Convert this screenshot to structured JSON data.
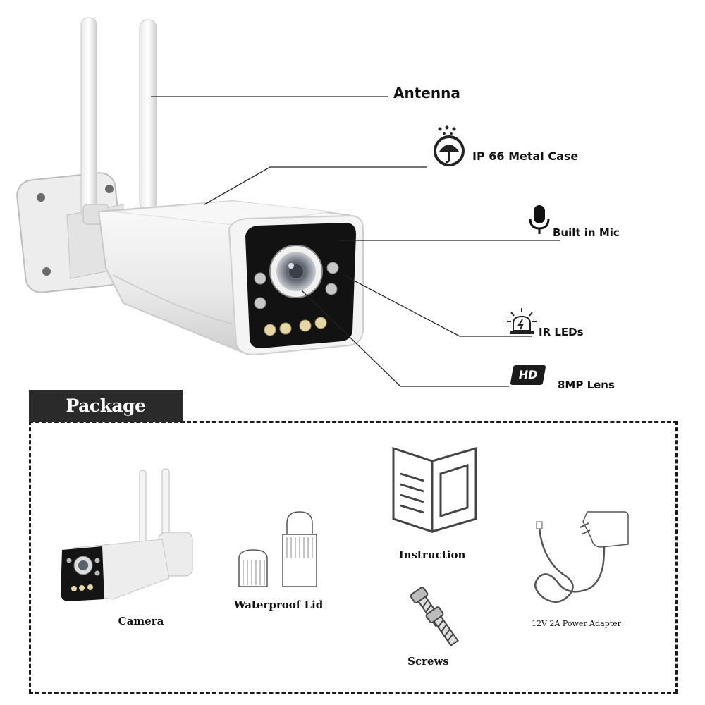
{
  "features": {
    "antenna": "Antenna",
    "metal_case": "IP 66 Metal Case",
    "mic": "Built in Mic",
    "ir_leds": "IR LEDs",
    "lens": "8MP Lens",
    "hd_badge": "HD"
  },
  "package": {
    "title": "Package Includes",
    "items": {
      "camera": "Camera",
      "lid": "Waterproof Lid",
      "instruction": "Instruction",
      "screws": "Screws",
      "adapter": "12V 2A Power Adapter"
    }
  },
  "icons": {
    "metal_case": "umbrella-rain-icon",
    "mic": "microphone-icon",
    "ir_leds": "alarm-light-icon",
    "lens": "hd-icon"
  }
}
